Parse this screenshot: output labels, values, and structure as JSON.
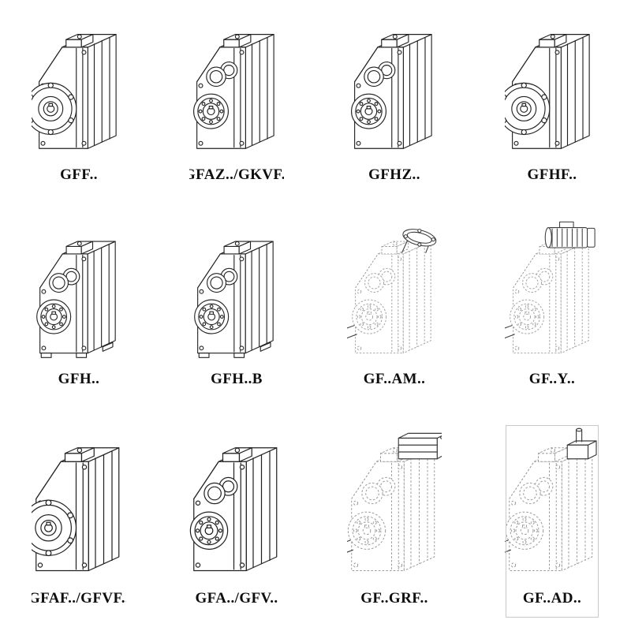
{
  "colors": {
    "line": "#222222",
    "ghost": "#9b9b9b",
    "background": "#ffffff"
  },
  "cells": [
    {
      "label": "GFF..",
      "drawing": "flange-mounted-gearbox"
    },
    {
      "label": "GFAZ../GKVF..",
      "drawing": "shaft-mounted-gearbox"
    },
    {
      "label": "GFHZ..",
      "drawing": "hollow-shaft-gearbox"
    },
    {
      "label": "GFHF..",
      "drawing": "flange-hollow-shaft-gearbox"
    },
    {
      "label": "GFH..",
      "drawing": "foot-mounted-gearbox"
    },
    {
      "label": "GFH..B",
      "drawing": "foot-mounted-gearbox-b"
    },
    {
      "label": "GF..AM..",
      "drawing": "gearbox-with-motor-adapter"
    },
    {
      "label": "GF..Y..",
      "drawing": "gearbox-with-mounted-motor"
    },
    {
      "label": "GFAF../GFVF..",
      "drawing": "flange-input-gearbox"
    },
    {
      "label": "GFA../GFV..",
      "drawing": "shaft-input-gearbox"
    },
    {
      "label": "GF..GRF..",
      "drawing": "gearbox-with-grf-unit"
    },
    {
      "label": "GF..AD..",
      "drawing": "gearbox-with-input-shaft-adapter"
    }
  ]
}
